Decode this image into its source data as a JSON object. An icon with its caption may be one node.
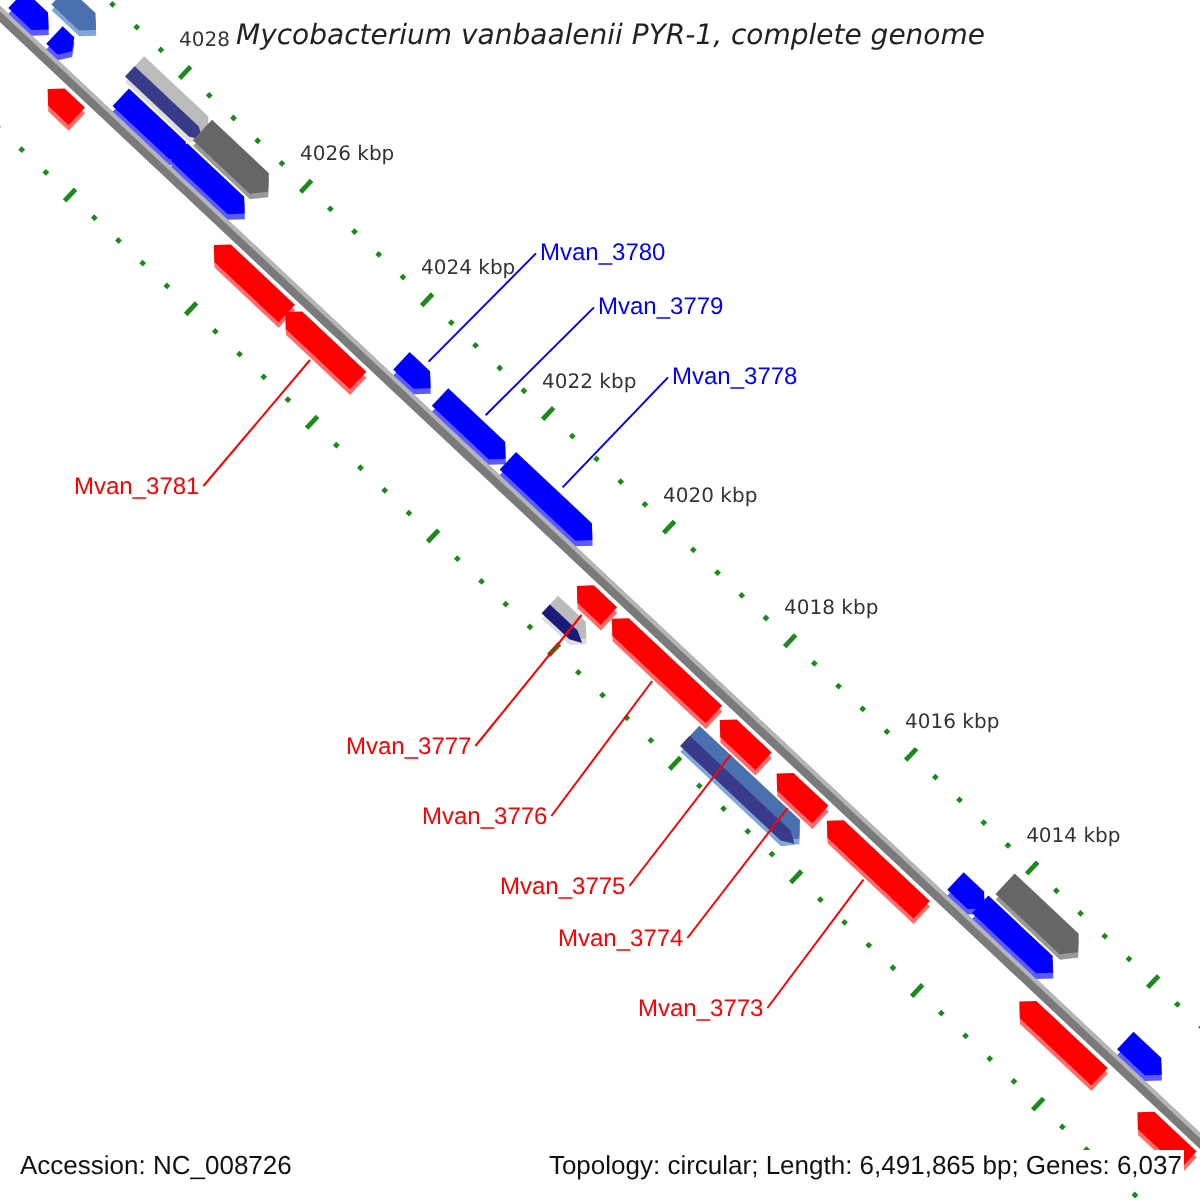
{
  "diagram": {
    "title": "Mycobacterium vanbaalenii PYR-1, complete genome",
    "nodes": [
      {
        "text": [
          "Mvan_3780"
        ]
      },
      {
        "text": [
          "Mvan_3779"
        ]
      },
      {
        "text": [
          "Mvan_3778"
        ]
      },
      {
        "text": [
          "Mvan_3781"
        ]
      },
      {
        "text": [
          "Mvan_3777"
        ]
      },
      {
        "text": [
          "Mvan_3776"
        ]
      },
      {
        "text": [
          "Mvan_3775"
        ]
      },
      {
        "text": [
          "Mvan_3774"
        ]
      },
      {
        "text": [
          "Mvan_3773"
        ]
      },
      {
        "text": [],
        "shape": "bar"
      },
      {
        "text": [],
        "shape": "bar"
      },
      {
        "text": [],
        "shape": "bar"
      },
      {
        "text": [],
        "shape": "bar"
      },
      {
        "text": [],
        "shape": "bar"
      },
      {
        "text": [],
        "shape": "bar"
      },
      {
        "text": [],
        "shape": "bar"
      },
      {
        "text": [],
        "shape": "bar"
      },
      {
        "text": [],
        "shape": "bar"
      },
      {
        "text": [],
        "shape": "bar"
      },
      {
        "text": [],
        "shape": "bar"
      },
      {
        "text": [],
        "shape": "bar"
      },
      {
        "text": [],
        "shape": "bar"
      },
      {
        "text": [],
        "shape": "bar"
      },
      {
        "text": [],
        "shape": "bar"
      },
      {
        "text": [],
        "shape": "bar"
      },
      {
        "text": [],
        "shape": "bar"
      },
      {
        "text": [],
        "shape": "bar"
      },
      {
        "text": [],
        "shape": "bar"
      },
      {
        "text": [],
        "shape": "bar"
      },
      {
        "text": [],
        "shape": "bar"
      },
      {
        "text": [],
        "shape": "bar"
      },
      {
        "text": [],
        "shape": "bar"
      },
      {
        "text": [],
        "shape": "bar"
      },
      {
        "text": [],
        "shape": "bar"
      },
      {
        "text": [],
        "shape": "bar"
      }
    ],
    "edges": [
      {
        "from": 0,
        "to": 19,
        "arrow": "none",
        "color": "#0000ff"
      },
      {
        "from": 1,
        "to": 20,
        "arrow": "none",
        "color": "#0000ff"
      },
      {
        "from": 2,
        "to": 21,
        "arrow": "none",
        "color": "#0000ff"
      },
      {
        "from": 3,
        "to": 18,
        "arrow": "none"
      },
      {
        "from": 4,
        "to": 22,
        "arrow": "none"
      },
      {
        "from": 5,
        "to": 24,
        "arrow": "none"
      },
      {
        "from": 6,
        "to": 25,
        "arrow": "none"
      },
      {
        "from": 7,
        "to": 27,
        "arrow": "none"
      },
      {
        "from": 8,
        "to": 28,
        "arrow": "none"
      }
    ],
    "labels": [
      "4028",
      "4026 kbp",
      "4024 kbp",
      "4022 kbp",
      "4020 kbp",
      "4018 kbp",
      "4016 kbp",
      "4014 kbp",
      "Accession: NC_008726",
      "Topology: circular; Length: 6,491,865 bp; Genes: 6,037"
    ]
  }
}
